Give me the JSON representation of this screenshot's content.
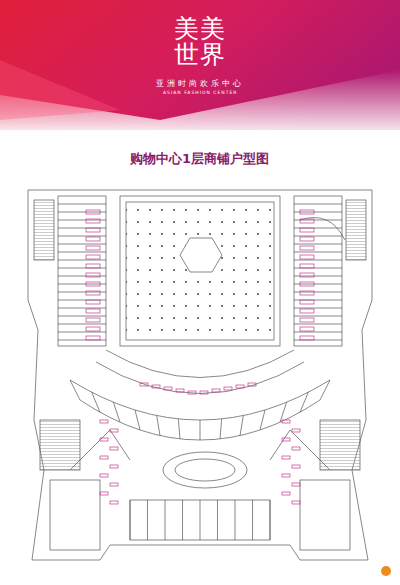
{
  "diagram": {
    "title": "购物中心1层商铺户型图",
    "labels": [
      "美美世界",
      "亚洲时尚欢乐中心",
      "ASIAN FASHION CENTER"
    ]
  }
}
